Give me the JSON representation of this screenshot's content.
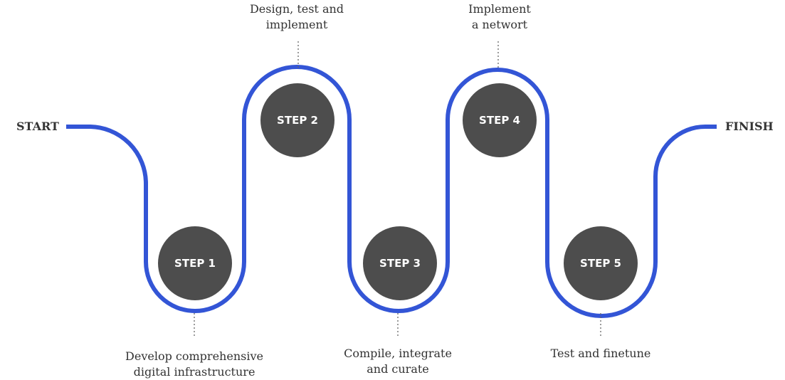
{
  "endpoints": {
    "start": "START",
    "finish": "FINISH"
  },
  "steps": [
    {
      "label": "STEP 1",
      "caption": [
        "Develop comprehensive",
        "digital infrastructure"
      ],
      "caption_position": "below"
    },
    {
      "label": "STEP 2",
      "caption": [
        "Design, test and",
        "implement"
      ],
      "caption_position": "above"
    },
    {
      "label": "STEP 3",
      "caption": [
        "Compile, integrate",
        "and curate"
      ],
      "caption_position": "below"
    },
    {
      "label": "STEP 4",
      "caption": [
        "Implement",
        "a networt"
      ],
      "caption_position": "above"
    },
    {
      "label": "STEP 5",
      "caption": [
        "Test and finetune"
      ],
      "caption_position": "below"
    }
  ],
  "colors": {
    "path": "#3355d6",
    "circle": "#4d4d4d",
    "text": "#333333",
    "connector": "#666666"
  }
}
